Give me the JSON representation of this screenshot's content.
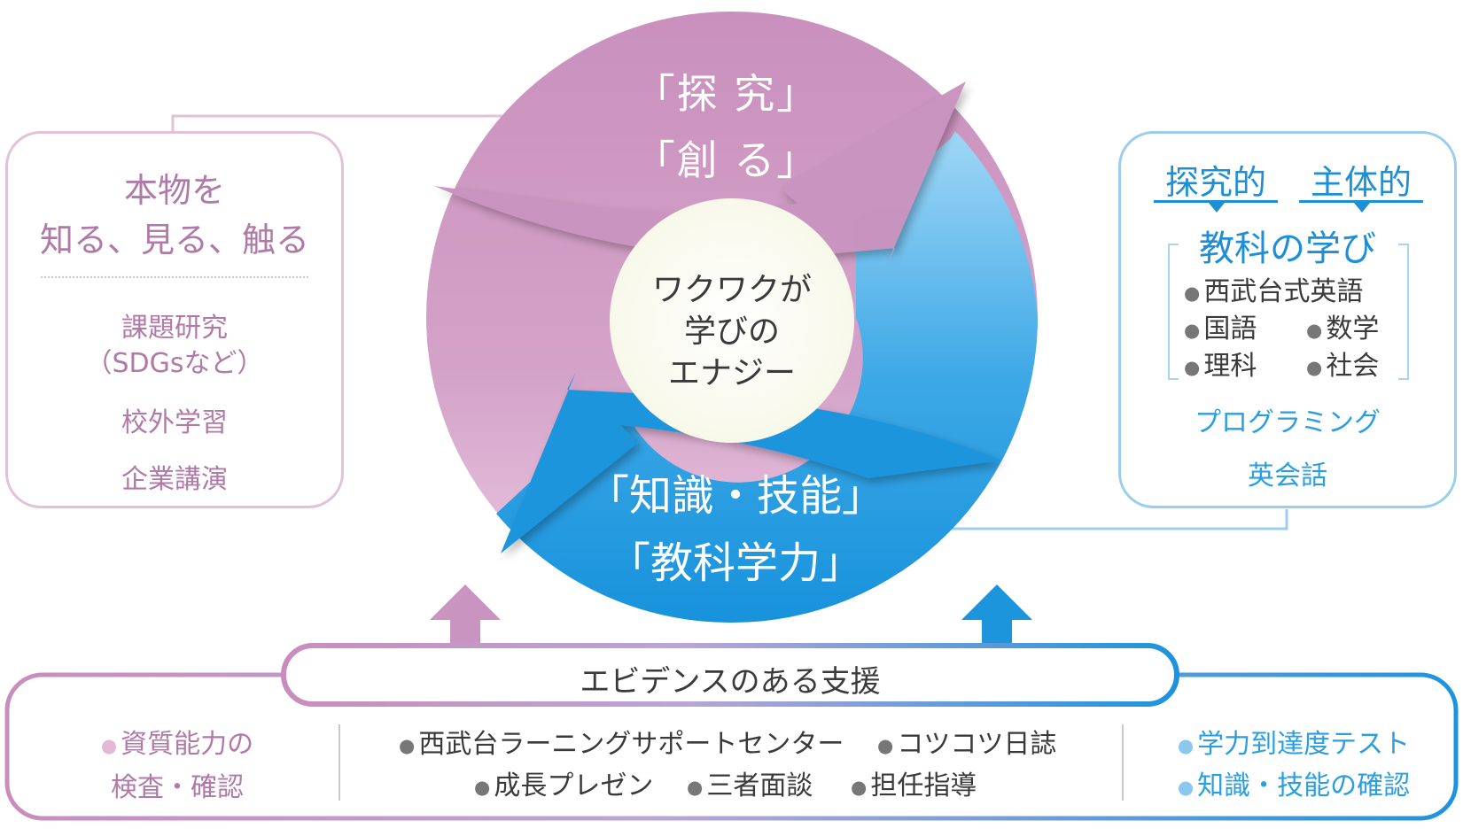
{
  "center": {
    "top_line1": "「探 究」",
    "top_line2": "「創 る」",
    "core_line1": "ワクワクが",
    "core_line2": "学びの",
    "core_line3": "エナジー",
    "bottom_line1": "「知識・技能」",
    "bottom_line2": "「教科学力」"
  },
  "left_panel": {
    "heading_line1": "本物を",
    "heading_line2": "知る、見る、触る",
    "items": [
      "課題研究",
      "（SDGsなど）",
      "校外学習",
      "企業講演"
    ]
  },
  "right_panel": {
    "tag1": "探究的",
    "tag2": "主体的",
    "heading": "教科の学び",
    "subjects": [
      "西武台式英語",
      "国語",
      "数学",
      "理科",
      "社会"
    ],
    "extra1": "プログラミング",
    "extra2": "英会話"
  },
  "bottom": {
    "title": "エビデンスのある支援",
    "left_items": [
      "資質能力の",
      "検査・確認"
    ],
    "center_row1": [
      "西武台ラーニングサポートセンター",
      "コツコツ日誌"
    ],
    "center_row2": [
      "成長プレゼン",
      "三者面談",
      "担任指導"
    ],
    "right_items": [
      "学力到達度テスト",
      "知識・技能の確認"
    ]
  },
  "colors": {
    "pink": "#c995bf",
    "blue": "#1e96de",
    "light_blue": "#8fd0f4",
    "core": "#fdfdf1"
  }
}
